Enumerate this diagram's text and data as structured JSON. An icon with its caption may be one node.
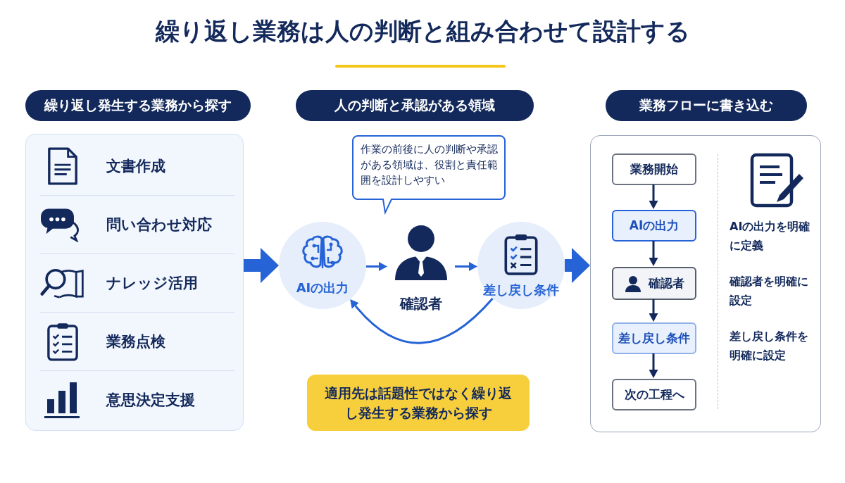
{
  "diagram": {
    "title": "繰り返し業務は人の判断と組み合わせて設計する",
    "nodes": [
      {
        "text": [
          "繰り返し発生する業務から探す"
        ]
      },
      {
        "text": [],
        "shape": "box"
      },
      {
        "text": [
          "文書作成"
        ],
        "in": 1
      },
      {
        "text": [
          "問い合わせ対応"
        ],
        "in": 1
      },
      {
        "text": [
          "ナレッジ活用"
        ],
        "in": 1
      },
      {
        "text": [
          "業務点検"
        ],
        "in": 1
      },
      {
        "text": [
          "意思決定支援"
        ],
        "in": 1
      },
      {
        "text": [
          "人の判断と承認がある領域"
        ]
      },
      {
        "text": [
          "作業の前後に人の判断や承認がある領域は、役割と責任範囲を設計しやすい"
        ]
      },
      {
        "text": [
          "AIの出力"
        ]
      },
      {
        "text": [
          "確認者"
        ]
      },
      {
        "text": [
          "差し戻し条件"
        ]
      },
      {
        "text": [
          "適用先は話題性ではなく繰り返し発生する業務から探す"
        ]
      },
      {
        "text": [
          "業務フローに書き込む"
        ]
      },
      {
        "text": [],
        "shape": "box"
      },
      {
        "text": [
          "業務開始"
        ],
        "in": 14
      },
      {
        "text": [
          "AIの出力"
        ],
        "in": 14
      },
      {
        "text": [
          "確認者"
        ],
        "in": 14
      },
      {
        "text": [
          "差し戻し条件"
        ],
        "in": 14
      },
      {
        "text": [
          "次の工程へ"
        ],
        "in": 14
      }
    ],
    "edges": [
      {
        "from": 1,
        "to": 9,
        "arrow": "to",
        "style": "thick"
      },
      {
        "from": 9,
        "to": 10,
        "arrow": "to"
      },
      {
        "from": 10,
        "to": 11,
        "arrow": "to"
      },
      {
        "from": 11,
        "to": 9,
        "arrow": "to"
      },
      {
        "from": 11,
        "to": 14,
        "arrow": "to",
        "style": "thick"
      },
      {
        "from": 15,
        "to": 16,
        "arrow": "to",
        "color": "#13295b"
      },
      {
        "from": 16,
        "to": 17,
        "arrow": "to",
        "color": "#13295b"
      },
      {
        "from": 17,
        "to": 18,
        "arrow": "to",
        "color": "#13295b"
      },
      {
        "from": 18,
        "to": 19,
        "arrow": "to",
        "color": "#13295b"
      }
    ],
    "labels": [
      "AIの出力を明確に定義",
      "確認者を明確に設定",
      "差し戻し条件を明確に設定"
    ]
  }
}
